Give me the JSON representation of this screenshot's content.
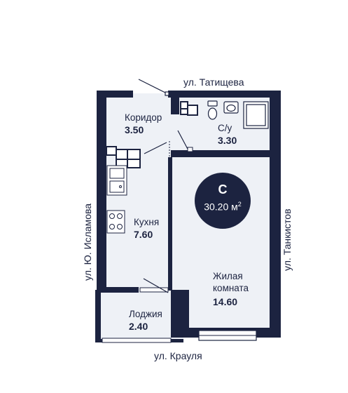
{
  "streets": {
    "top": "ул. Татищева",
    "bottom": "ул. Крауля",
    "left": "ул. Ю. Исламова",
    "right": "ул. Танкистов"
  },
  "rooms": {
    "corridor": {
      "name": "Коридор",
      "area": "3.50"
    },
    "bathroom": {
      "name": "С/у",
      "area": "3.30"
    },
    "kitchen": {
      "name": "Кухня",
      "area": "7.60"
    },
    "living": {
      "name_line1": "Жилая",
      "name_line2": "комната",
      "area": "14.60"
    },
    "loggia": {
      "name": "Лоджия",
      "area": "2.40"
    }
  },
  "badge": {
    "type": "С",
    "area": "30.20 м",
    "unit_sup": "2"
  },
  "colors": {
    "wall": "#1c2340",
    "floor": "#eef1f6",
    "window": "#ffffff"
  }
}
